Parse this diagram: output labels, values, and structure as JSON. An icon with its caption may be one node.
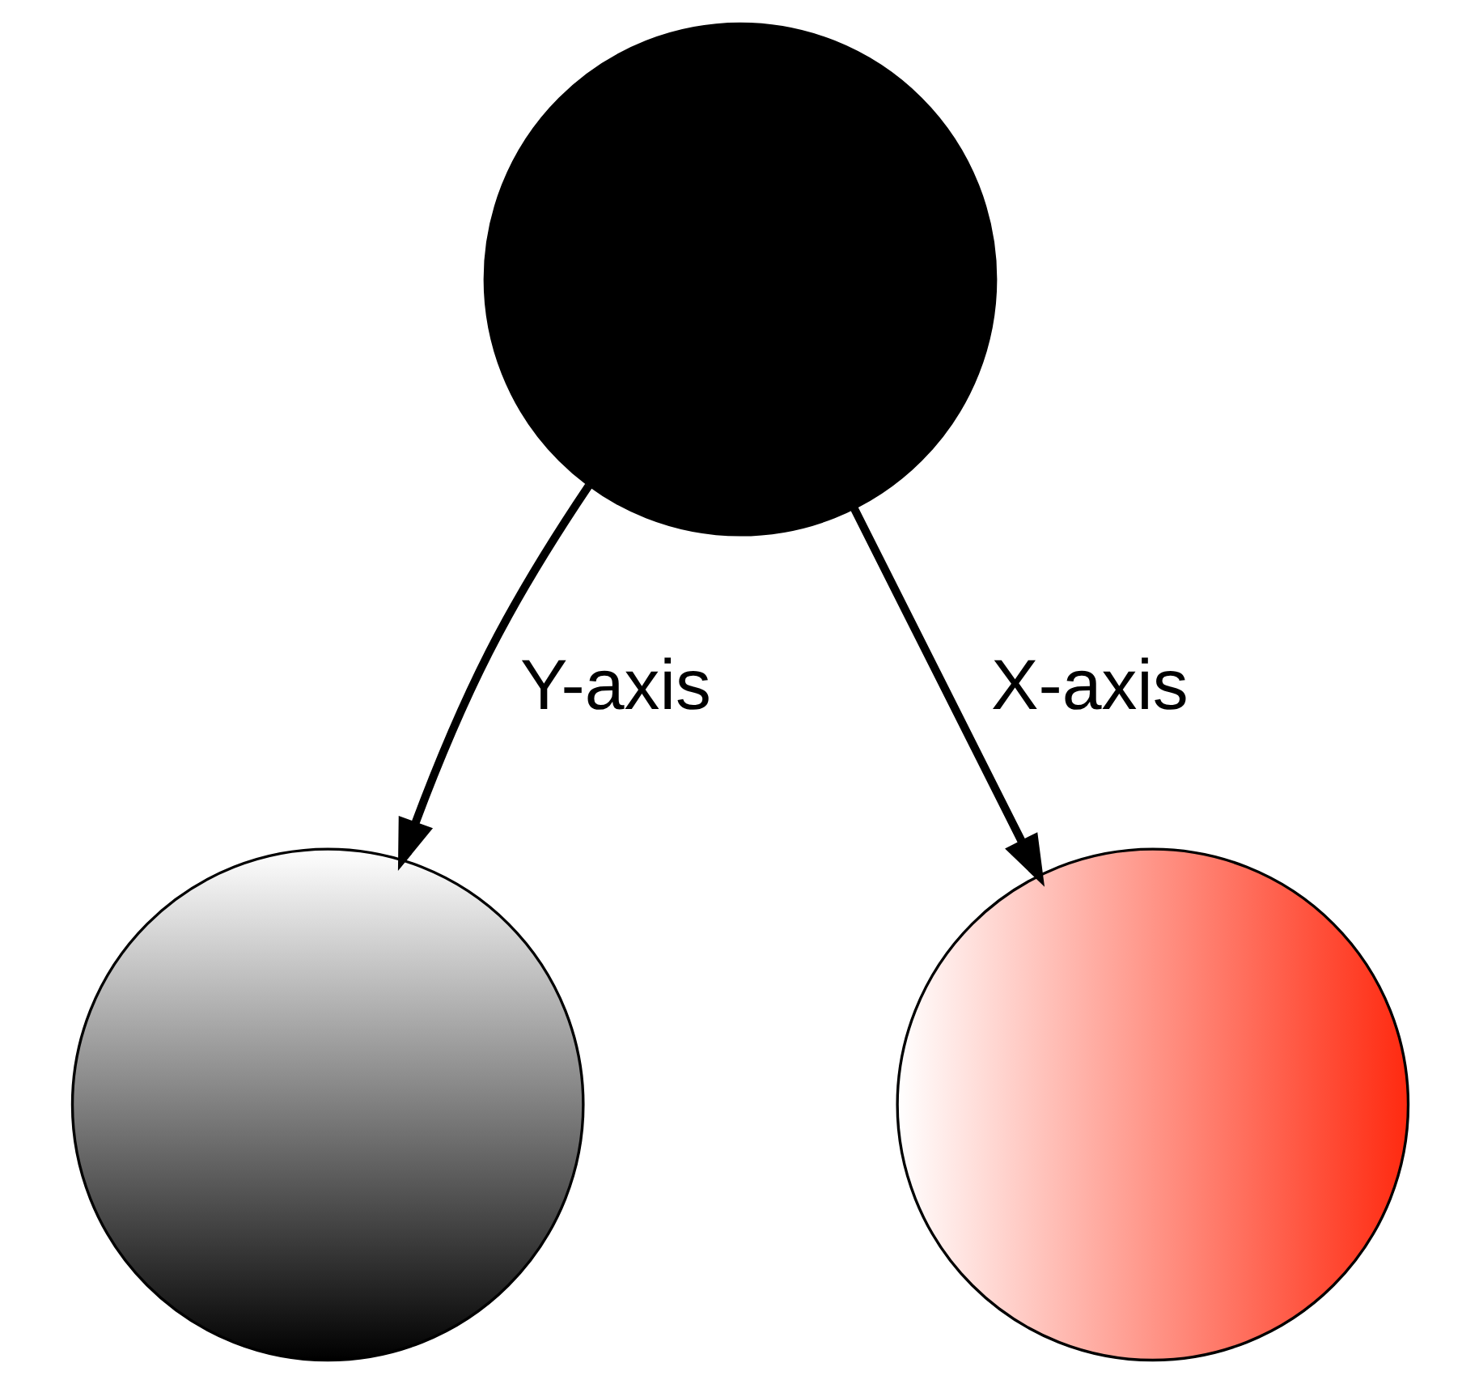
{
  "diagram": {
    "nodes": [
      {
        "text": [],
        "shape": "circle"
      },
      {
        "text": [],
        "shape": "circle"
      },
      {
        "text": [],
        "shape": "circle"
      }
    ],
    "edges": [
      {
        "from": 0,
        "to": 1,
        "arrow": "to",
        "label": "Y-axis"
      },
      {
        "from": 0,
        "to": 2,
        "arrow": "to",
        "label": "X-axis"
      }
    ]
  }
}
